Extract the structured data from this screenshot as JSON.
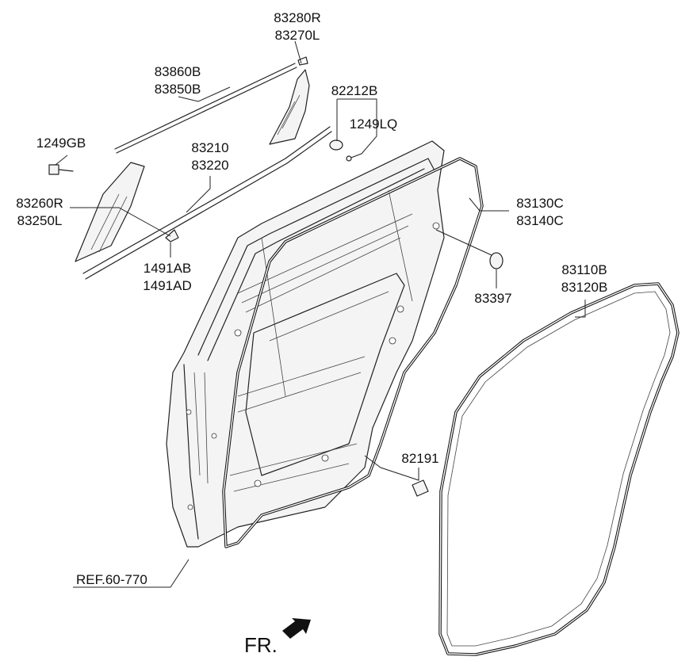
{
  "diagram": {
    "callouts": [
      {
        "id": "c1",
        "lines": [
          "83280R",
          "83270L"
        ]
      },
      {
        "id": "c2",
        "lines": [
          "83860B",
          "83850B"
        ]
      },
      {
        "id": "c3",
        "lines": [
          "82212B"
        ]
      },
      {
        "id": "c4",
        "lines": [
          "1249LQ"
        ]
      },
      {
        "id": "c5",
        "lines": [
          "1249GB"
        ]
      },
      {
        "id": "c6",
        "lines": [
          "83210",
          "83220"
        ]
      },
      {
        "id": "c7",
        "lines": [
          "83260R",
          "83250L"
        ]
      },
      {
        "id": "c8",
        "lines": [
          "83130C",
          "83140C"
        ]
      },
      {
        "id": "c9",
        "lines": [
          "1491AB",
          "1491AD"
        ]
      },
      {
        "id": "c10",
        "lines": [
          "83397"
        ]
      },
      {
        "id": "c11",
        "lines": [
          "83110B",
          "83120B"
        ]
      },
      {
        "id": "c12",
        "lines": [
          "82191"
        ]
      }
    ],
    "reference": "REF.60-770",
    "front_marker": "FR."
  }
}
